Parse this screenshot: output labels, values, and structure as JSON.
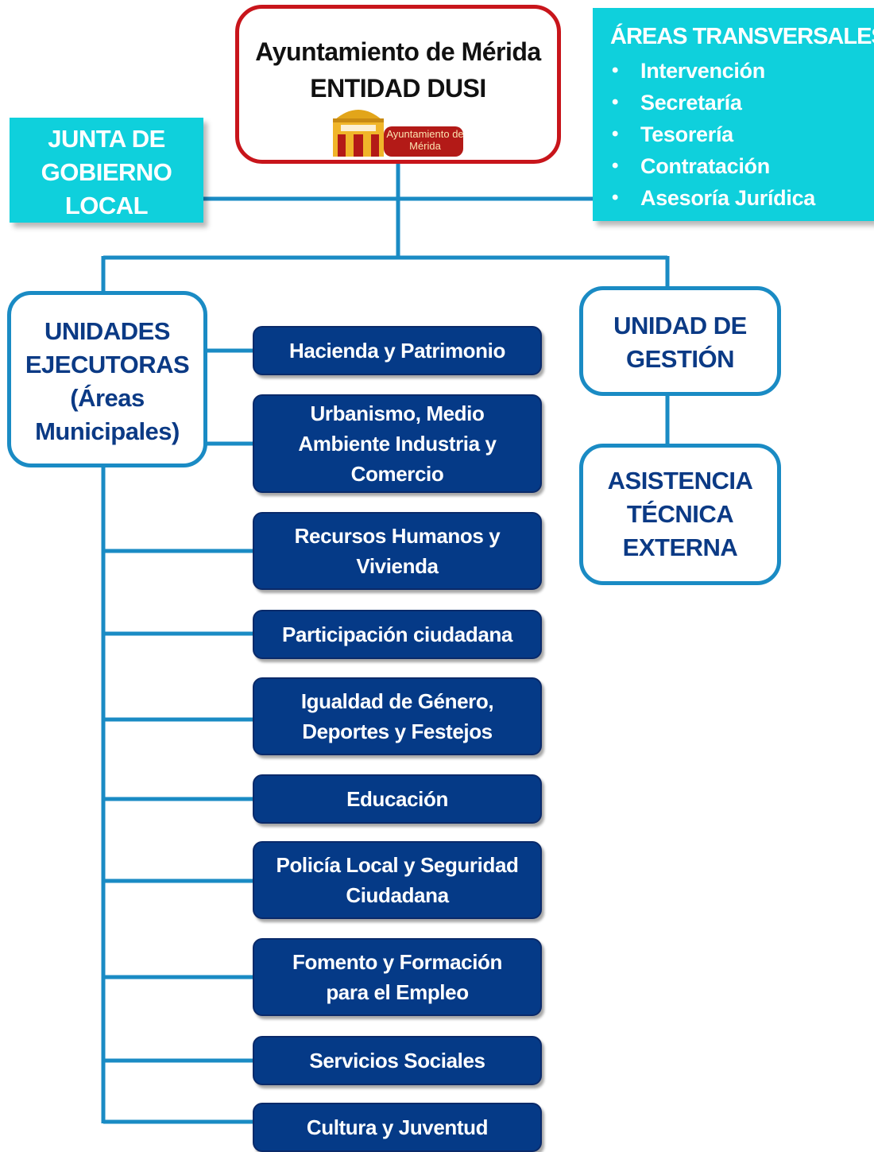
{
  "entity": {
    "line1": "Ayuntamiento de Mérida",
    "line2": "ENTIDAD DUSI",
    "logo_text": "Ayuntamiento de Mérida"
  },
  "junta": [
    "JUNTA DE",
    "GOBIERNO",
    "LOCAL"
  ],
  "areas": {
    "title": "ÁREAS TRANSVERSALES",
    "bullet": "•",
    "items": [
      "Intervención",
      "Secretaría",
      "Tesorería",
      "Contratación",
      "Asesoría Jurídica"
    ]
  },
  "unidades": [
    "UNIDADES",
    "EJECUTORAS",
    "(Áreas",
    "Municipales)"
  ],
  "gestion": [
    "UNIDAD DE",
    "GESTIÓN"
  ],
  "asistencia": [
    "ASISTENCIA",
    "TÉCNICA",
    "EXTERNA"
  ],
  "departments": [
    [
      "Hacienda y Patrimonio"
    ],
    [
      "Urbanismo, Medio",
      "Ambiente Industria y",
      "Comercio"
    ],
    [
      "Recursos Humanos y",
      "Vivienda"
    ],
    [
      "Participación ciudadana"
    ],
    [
      "Igualdad de Género,",
      "Deportes y Festejos"
    ],
    [
      "Educación"
    ],
    [
      "Policía Local y Seguridad",
      "Ciudadana"
    ],
    [
      "Fomento y Formación",
      "para el Empleo"
    ],
    [
      "Servicios Sociales"
    ],
    [
      "Cultura y Juventud"
    ]
  ],
  "colors": {
    "connector": "#1a8bc4",
    "dept_fill": "#053a87",
    "cyan_fill": "#0fd0dc",
    "entity_border": "#c8151b"
  }
}
